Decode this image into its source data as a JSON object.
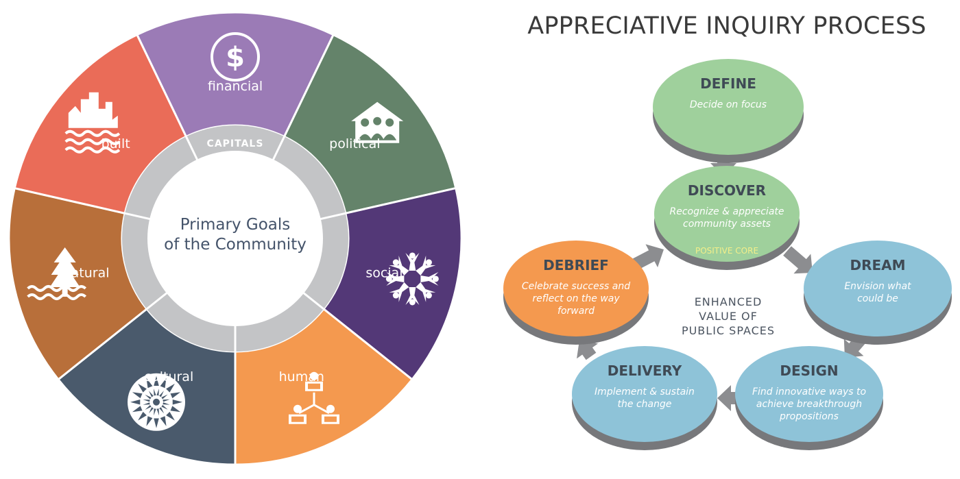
{
  "wheel": {
    "center_title_line1": "Primary Goals",
    "center_title_line2": "of the Community",
    "ring_label": "CAPITALS",
    "segments": [
      {
        "label": "financial",
        "color": "#9b7bb6",
        "icon": "dollar-icon"
      },
      {
        "label": "political",
        "color": "#64836a",
        "icon": "house-community-icon"
      },
      {
        "label": "social",
        "color": "#533877",
        "icon": "people-circle-icon"
      },
      {
        "label": "human",
        "color": "#f4994f",
        "icon": "people-network-icon"
      },
      {
        "label": "cultural",
        "color": "#4a5a6c",
        "icon": "mandala-icon"
      },
      {
        "label": "natural",
        "color": "#b86f3a",
        "icon": "tree-water-icon"
      },
      {
        "label": "built",
        "color": "#ea6c58",
        "icon": "city-water-icon"
      }
    ],
    "ring_color": "#c3c4c6"
  },
  "inquiry": {
    "title": "APPRECIATIVE INQUIRY PROCESS",
    "center_lines": [
      "ENHANCED",
      "VALUE OF",
      "PUBLIC SPACES"
    ],
    "arrow_color": "#8c8d90",
    "stages": [
      {
        "title": "DEFINE",
        "lines": [
          "Decide on focus"
        ],
        "color": "#9fd09c"
      },
      {
        "title": "DISCOVER",
        "lines": [
          "Recognize & appreciate",
          "community assets"
        ],
        "note": "POSITIVE CORE",
        "note_color": "#f4ef8a",
        "color": "#9fd09c"
      },
      {
        "title": "DREAM",
        "lines": [
          "Envision what",
          "could be"
        ],
        "color": "#8ec3d8"
      },
      {
        "title": "DESIGN",
        "lines": [
          "Find innovative ways to",
          "achieve breakthrough",
          "propositions"
        ],
        "color": "#8ec3d8"
      },
      {
        "title": "DELIVERY",
        "lines": [
          "Implement & sustain",
          "the change"
        ],
        "color": "#8ec3d8"
      },
      {
        "title": "DEBRIEF",
        "lines": [
          "Celebrate success and",
          "reflect on the way",
          "forward"
        ],
        "color": "#f4994f"
      }
    ]
  }
}
